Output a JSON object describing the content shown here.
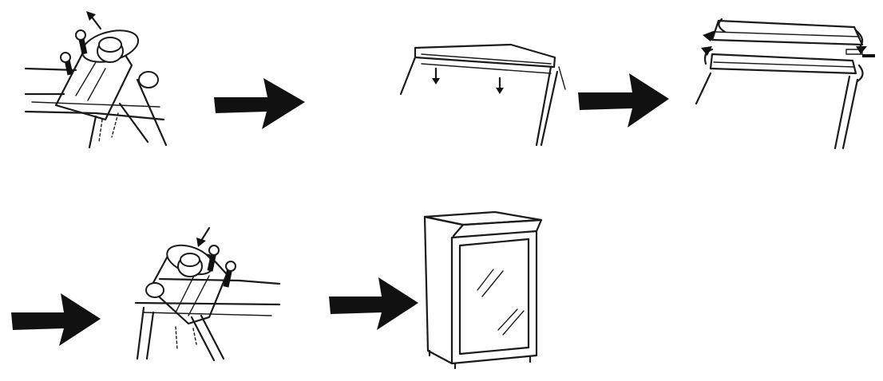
{
  "colors": {
    "ink": "#111111",
    "background": "#ffffff"
  },
  "steps": [
    {
      "id": 1,
      "icon": "hinge-screws-removal-icon"
    },
    {
      "id": 2,
      "icon": "door-lift-off-icon"
    },
    {
      "id": 3,
      "icon": "door-rotate-icon"
    },
    {
      "id": 4,
      "icon": "hinge-screws-reinstall-icon"
    },
    {
      "id": 5,
      "icon": "refrigerator-icon"
    }
  ],
  "arrows": [
    {
      "from": 1,
      "to": 2,
      "icon": "arrow-right-icon"
    },
    {
      "from": 2,
      "to": 3,
      "icon": "arrow-right-icon"
    },
    {
      "from": 3,
      "to": 4,
      "icon": "arrow-right-icon"
    },
    {
      "from": 4,
      "to": 5,
      "icon": "arrow-right-icon"
    }
  ]
}
